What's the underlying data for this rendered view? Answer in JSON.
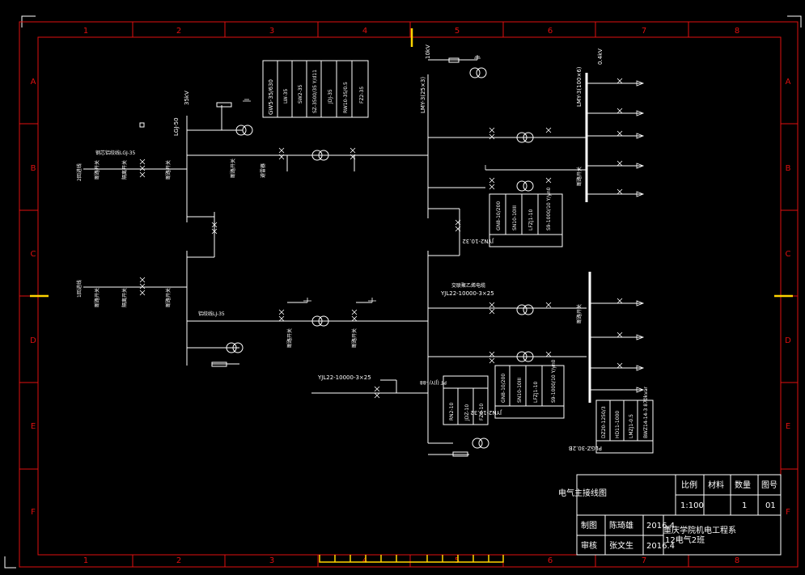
{
  "frame": {
    "col_labels": [
      "1",
      "2",
      "3",
      "4",
      "5",
      "6",
      "7",
      "8"
    ],
    "row_labels": [
      "A",
      "B",
      "C",
      "D",
      "E",
      "F"
    ]
  },
  "voltages": {
    "v35": "35kV",
    "v10": "10kV",
    "v04": "0.4kV"
  },
  "bus_labels": {
    "lgj": "LGJ-50",
    "lmy_10": "LMY-3(25×3)",
    "lmy_04": "LMY-3(100×6)"
  },
  "equipment_table_35": [
    "GW5-35/630",
    "LW-35",
    "SW2-35",
    "SZ-3500/35 Y/d11",
    "JDJ-35",
    "RW10-35/0.5",
    "FZ2-35"
  ],
  "equipment_table_10a": [
    "GN8-10/200",
    "SN10-10III",
    "LFZJ1-10",
    "S9-1000/10 Y/yn0"
  ],
  "equipment_table_10a_footer": "JYN2-10.32",
  "equipment_table_10b": [
    "GN8-10/200",
    "SN10-10III",
    "LFZJ1-10",
    "S9-1000/10 Y/yn0"
  ],
  "equipment_table_10b_footer": "JYN2-10.32",
  "equipment_table_tx": [
    "RN2-10",
    "JDZ-10",
    "FZ4-10"
  ],
  "equipment_table_tx_header": "PT (J)Y/ -88",
  "equipment_table_lv": [
    "DZ20-1250/3",
    "HD11-1000",
    "LMZJ1-0.5",
    "BWZ14-14-3 870kvar"
  ],
  "equipment_table_lv_footer": "PLGZ-30.2B",
  "lines": {
    "in1": "2回进线",
    "in2": "1回进线",
    "text_left": "钢芯铝绞线LGJ-35",
    "text_mid": "铝绞线LJ-35",
    "cable1": "YJL22-10000-3×25",
    "cable1_head": "交联聚乙烯电缆",
    "cable2": "YJL22-10000-3×25"
  },
  "title_block": {
    "drawing_title": "电气主接线图",
    "h_scale": "比例",
    "h_material": "材料",
    "h_qty": "数量",
    "h_no": "图号",
    "scale": "1:100",
    "qty": "1",
    "no": "01",
    "draw_label": "制图",
    "drawer": "陈琦雄",
    "date1": "2016.4",
    "check_label": "审核",
    "checker": "张文生",
    "date2": "2016.4",
    "school": "重庆学院机电工程系",
    "class": "12电气2班"
  },
  "colors": {
    "frame": "#e01010",
    "lines": "#ffffff",
    "marker": "#ffd400"
  }
}
